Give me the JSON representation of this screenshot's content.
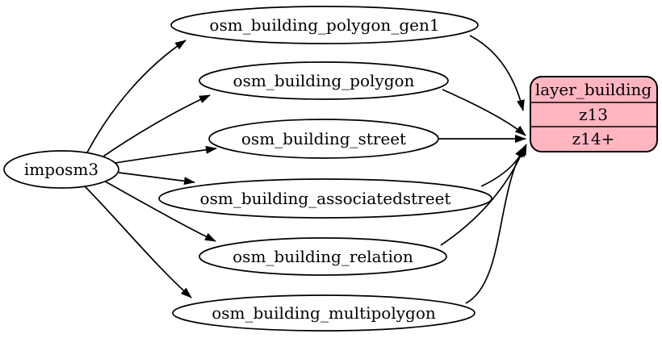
{
  "diagram": {
    "type": "graphviz-flow",
    "source_node": {
      "label": "imposm3",
      "shape": "ellipse"
    },
    "table_nodes": [
      {
        "label": "osm_building_polygon_gen1",
        "shape": "ellipse"
      },
      {
        "label": "osm_building_polygon",
        "shape": "ellipse"
      },
      {
        "label": "osm_building_street",
        "shape": "ellipse"
      },
      {
        "label": "osm_building_associatedstreet",
        "shape": "ellipse"
      },
      {
        "label": "osm_building_relation",
        "shape": "ellipse"
      },
      {
        "label": "osm_building_multipolygon",
        "shape": "ellipse"
      }
    ],
    "layer_node": {
      "title": "layer_building",
      "rows": [
        "z13",
        "z14+"
      ],
      "fill_color": "#ffb6c1",
      "border_color": "#000000",
      "shape": "rounded-record"
    },
    "colors": {
      "background": "#ffffff",
      "edge": "#000000",
      "ellipse_fill": "#ffffff",
      "ellipse_stroke": "#000000"
    },
    "edges": [
      {
        "from": "imposm3",
        "to": "osm_building_polygon_gen1"
      },
      {
        "from": "imposm3",
        "to": "osm_building_polygon"
      },
      {
        "from": "imposm3",
        "to": "osm_building_street"
      },
      {
        "from": "imposm3",
        "to": "osm_building_associatedstreet"
      },
      {
        "from": "imposm3",
        "to": "osm_building_relation"
      },
      {
        "from": "imposm3",
        "to": "osm_building_multipolygon"
      },
      {
        "from": "osm_building_polygon_gen1",
        "to": "layer_building",
        "row": "z13"
      },
      {
        "from": "osm_building_polygon",
        "to": "layer_building",
        "row": "z14+"
      },
      {
        "from": "osm_building_street",
        "to": "layer_building",
        "row": "z14+"
      },
      {
        "from": "osm_building_associatedstreet",
        "to": "layer_building",
        "row": "z14+"
      },
      {
        "from": "osm_building_relation",
        "to": "layer_building",
        "row": "z14+"
      },
      {
        "from": "osm_building_multipolygon",
        "to": "layer_building",
        "row": "z14+"
      }
    ]
  }
}
